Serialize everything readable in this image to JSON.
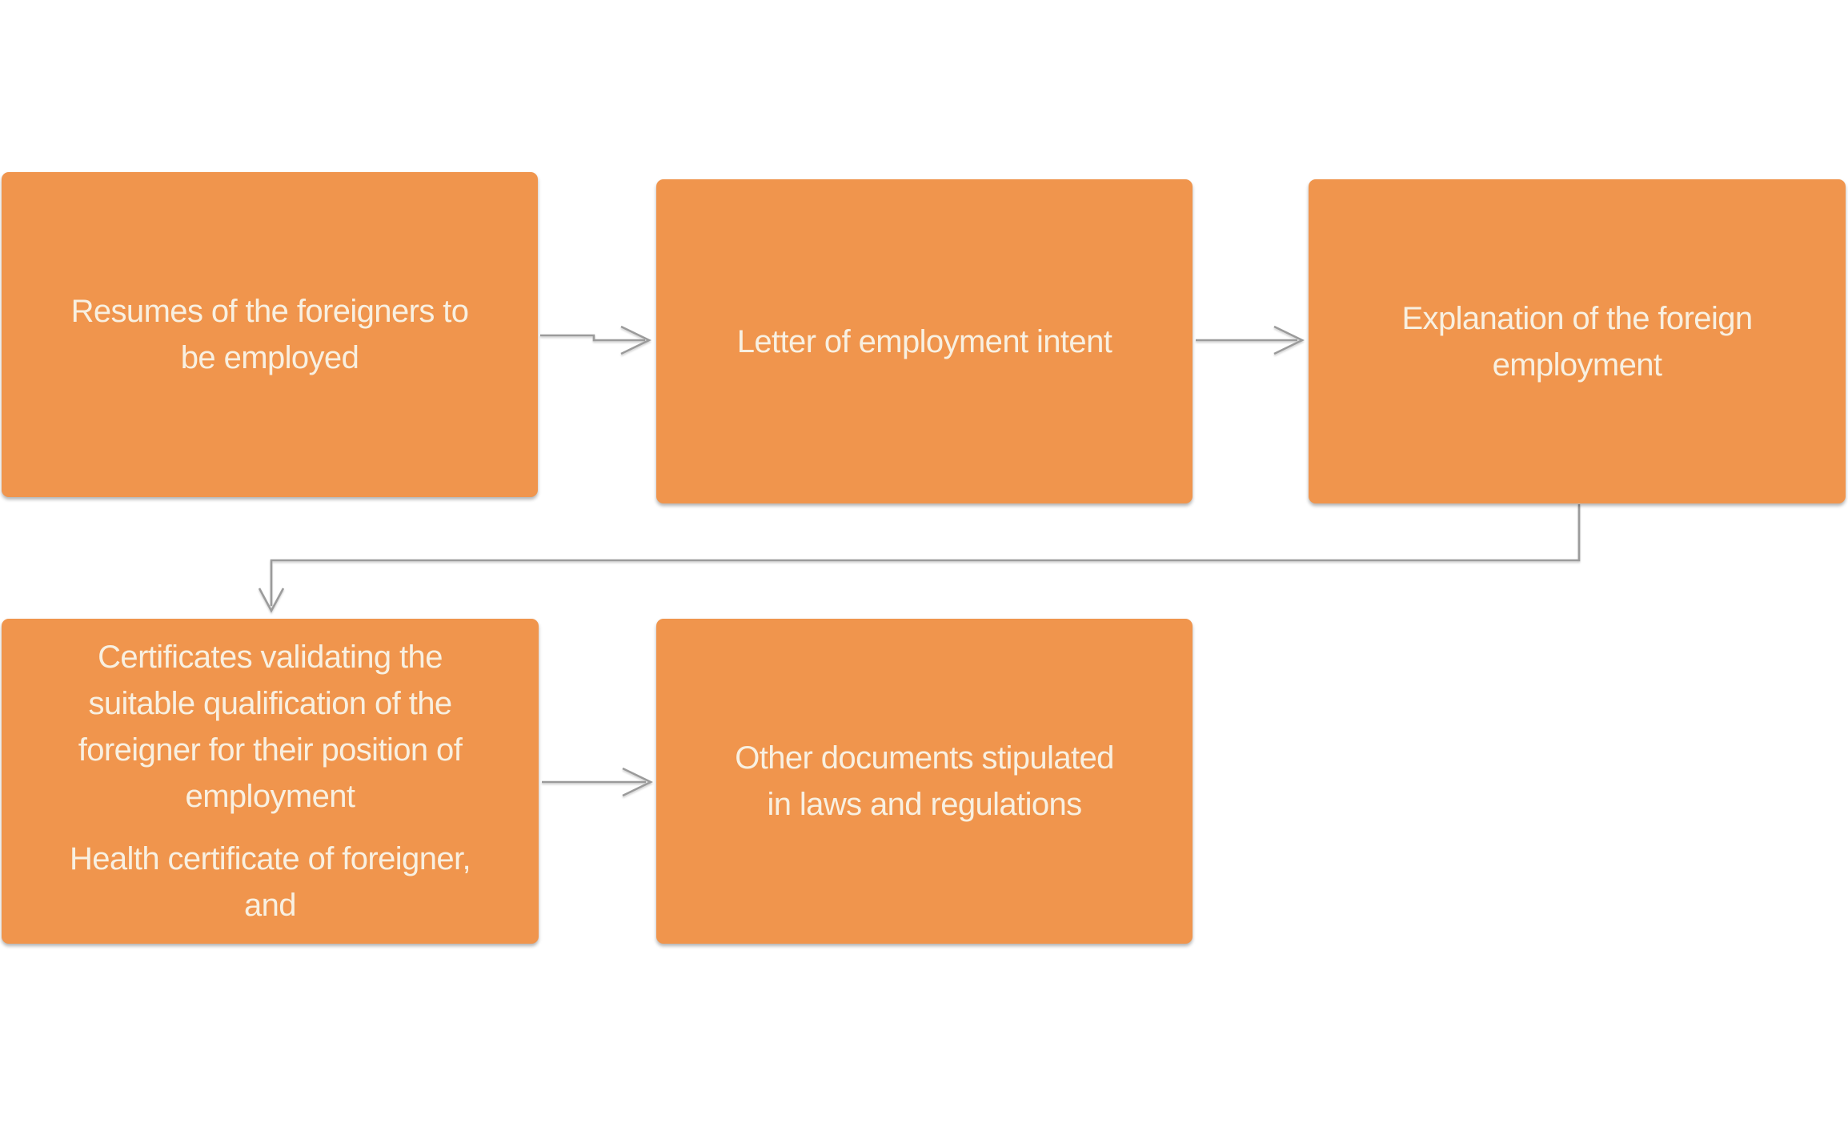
{
  "diagram": {
    "type": "flowchart",
    "background_color": "#FFFFFF",
    "node_fill_color": "#F0954D",
    "node_text_color": "#F8F0E1",
    "connector_color": "#9B9B9B",
    "nodes": [
      {
        "id": "resumes",
        "lines": [
          "Resumes of the foreigners to",
          "be employed"
        ]
      },
      {
        "id": "letter",
        "lines": [
          "Letter of employment intent"
        ]
      },
      {
        "id": "explanation",
        "lines": [
          "Explanation of the foreign",
          "employment"
        ]
      },
      {
        "id": "certificates",
        "paragraphs": [
          {
            "lines": [
              "Certificates validating the",
              "suitable qualification of the",
              "foreigner for their position of",
              "employment"
            ]
          },
          {
            "lines": [
              "Health certificate of foreigner,",
              "and"
            ]
          }
        ]
      },
      {
        "id": "other",
        "lines": [
          "Other documents stipulated",
          "in laws and regulations"
        ]
      }
    ],
    "connectors": [
      {
        "from": "resumes",
        "to": "letter",
        "style": "straight-with-jog",
        "arrowhead": "open-chevron"
      },
      {
        "from": "letter",
        "to": "explanation",
        "style": "straight",
        "arrowhead": "open-chevron"
      },
      {
        "from": "explanation",
        "to": "certificates",
        "style": "elbow-down-left-down",
        "arrowhead": "open-chevron"
      },
      {
        "from": "certificates",
        "to": "other",
        "style": "straight",
        "arrowhead": "open-chevron"
      }
    ]
  }
}
